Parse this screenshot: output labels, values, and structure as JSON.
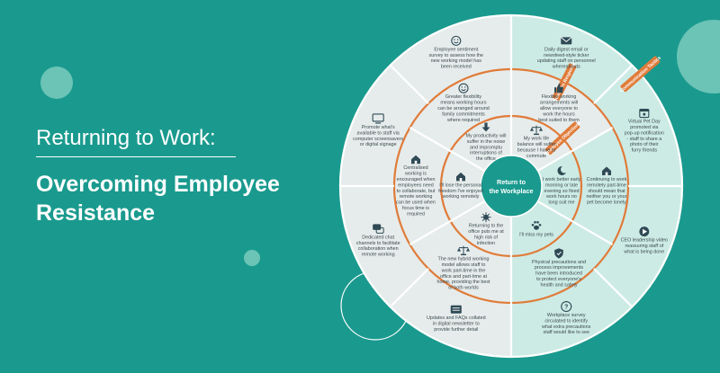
{
  "title": {
    "line1": "Returning to Work:",
    "line2_a": "Overcoming Employee",
    "line2_b": "Resistance"
  },
  "colors": {
    "background": "#1a9a8e",
    "sector_light": "#e6eceb",
    "sector_teal": "#cdebe5",
    "center": "#1a9a8e",
    "ring": "#e07b39",
    "icon": "#2f4a55",
    "text": "#3c4a50"
  },
  "wheel": {
    "center": [
      "Return to",
      "the Workplace"
    ],
    "ring_labels": {
      "employee_objections": "Employee Objections",
      "business_response": "Business Response",
      "communication_tactics": "Communication Tactics"
    },
    "objections": [
      {
        "icon": "balance-icon",
        "lines": [
          "My work life",
          "balance will suffer",
          "because I have to",
          "commute"
        ]
      },
      {
        "icon": "moon-icon",
        "lines": [
          "I work better early",
          "morning or late",
          "evening so fixed",
          "work hours no",
          "long suit me"
        ]
      },
      {
        "icon": "paw-icon",
        "lines": [
          "I'll miss my pets"
        ]
      },
      {
        "icon": "virus-icon",
        "lines": [
          "Returning to the",
          "office puts me at",
          "high risk of",
          "infection"
        ]
      },
      {
        "icon": "home-icon",
        "lines": [
          "I'll lose the personal",
          "freedom I've enjoyed",
          "working remotely"
        ]
      },
      {
        "icon": "arrow-down-icon",
        "lines": [
          "My productivity will",
          "suffer in the noise",
          "and impromptu",
          "interruptions of",
          "the office"
        ]
      }
    ],
    "responses": [
      {
        "icon": "smile-icon",
        "lines": [
          "Greater flexibility",
          "means working hours",
          "can be arranged around",
          "family commitments",
          "where required"
        ]
      },
      {
        "icon": "thumbs-up-icon",
        "lines": [
          "Flexible working",
          "arrangements will",
          "allow everyone to",
          "work the hours",
          "best suited to them"
        ]
      },
      {
        "icon": "home-icon",
        "lines": [
          "Continuing to work",
          "remotely part-time",
          "should mean that",
          "neither you or your",
          "pet become lonely"
        ]
      },
      {
        "icon": "shield-icon",
        "lines": [
          "Physical precautions and",
          "process improvements",
          "have been introduced",
          "to protect everyone's",
          "health and safety"
        ]
      },
      {
        "icon": "balance-icon",
        "lines": [
          "The new hybrid working",
          "model allows staff to",
          "work part-time in the",
          "office and part-time at",
          "home, providing the best",
          "of both worlds"
        ]
      },
      {
        "icon": "home-icon",
        "lines": [
          "Centralised",
          "working is",
          "encouraged when",
          "employees need",
          "to collaborate, but",
          "remote working",
          "can be used when",
          "focus time is",
          "required"
        ]
      }
    ],
    "tactics": [
      {
        "icon": "smile-icon",
        "lines": [
          "Employee sentiment",
          "survey to assess how the",
          "new working model has",
          "been received"
        ]
      },
      {
        "icon": "envelope-icon",
        "lines": [
          "Daily digest email or",
          "newsfeed-style ticker",
          "updating staff on personnel",
          "whereabouts"
        ]
      },
      {
        "icon": "calendar-icon",
        "lines": [
          "Virtual Pet Day",
          "promoted via",
          "pop-up notification",
          "- staff to share a",
          "photo of their",
          "furry friends"
        ]
      },
      {
        "icon": "play-icon",
        "lines": [
          "CEO leadership video",
          "reassuring staff of",
          "what is being done"
        ]
      },
      {
        "icon": "question-icon",
        "lines": [
          "Workplace survey",
          "circulated to identify",
          "what extra precautions",
          "staff would like to see"
        ]
      },
      {
        "icon": "newsletter-icon",
        "lines": [
          "Updates and FAQs collated",
          "in digital newsletter to",
          "provide further detail"
        ]
      },
      {
        "icon": "chat-icon",
        "lines": [
          "Dedicated chat",
          "channels to facilitate",
          "collaboration when",
          "remote working"
        ]
      },
      {
        "icon": "monitor-icon",
        "lines": [
          "Promote what's",
          "available to staff via",
          "computer screensavers",
          "or digital signage"
        ]
      }
    ]
  }
}
